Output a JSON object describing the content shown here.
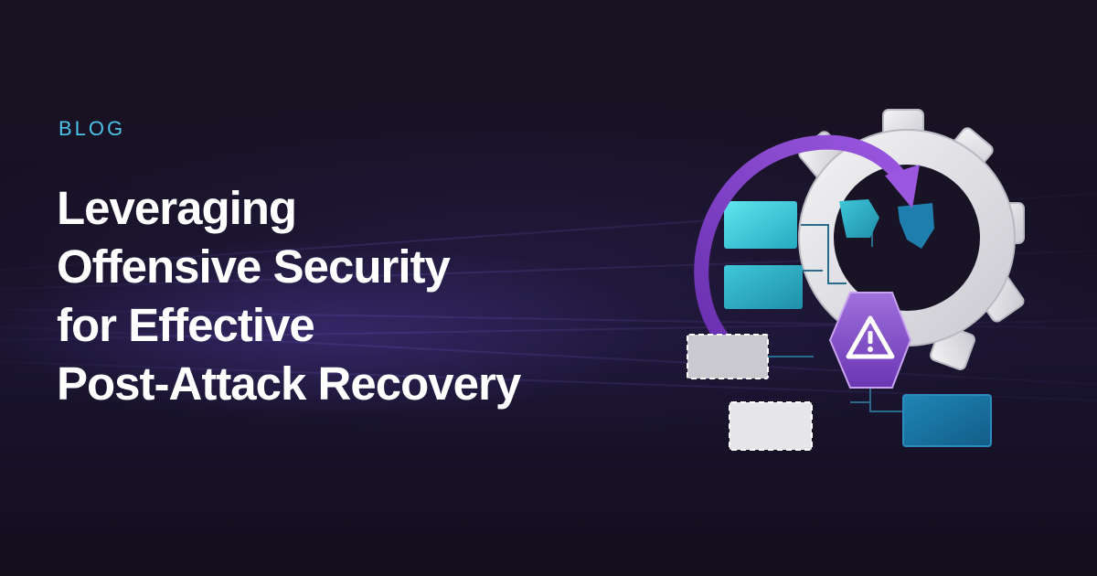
{
  "eyebrow": "BLOG",
  "title_lines": [
    "Leveraging",
    "Offensive Security",
    "for Effective",
    "Post-Attack Recovery"
  ],
  "illustration": {
    "icons": [
      "gear-icon",
      "circular-arrow-icon",
      "warning-icon",
      "broken-shield-icon",
      "flowchart-icon"
    ]
  },
  "colors": {
    "background": "#171125",
    "eyebrow": "#4cc3e8",
    "title": "#ffffff",
    "accent_purple": "#7b3fbf",
    "accent_teal": "#3ed0dc",
    "accent_blue": "#1a78a6"
  }
}
